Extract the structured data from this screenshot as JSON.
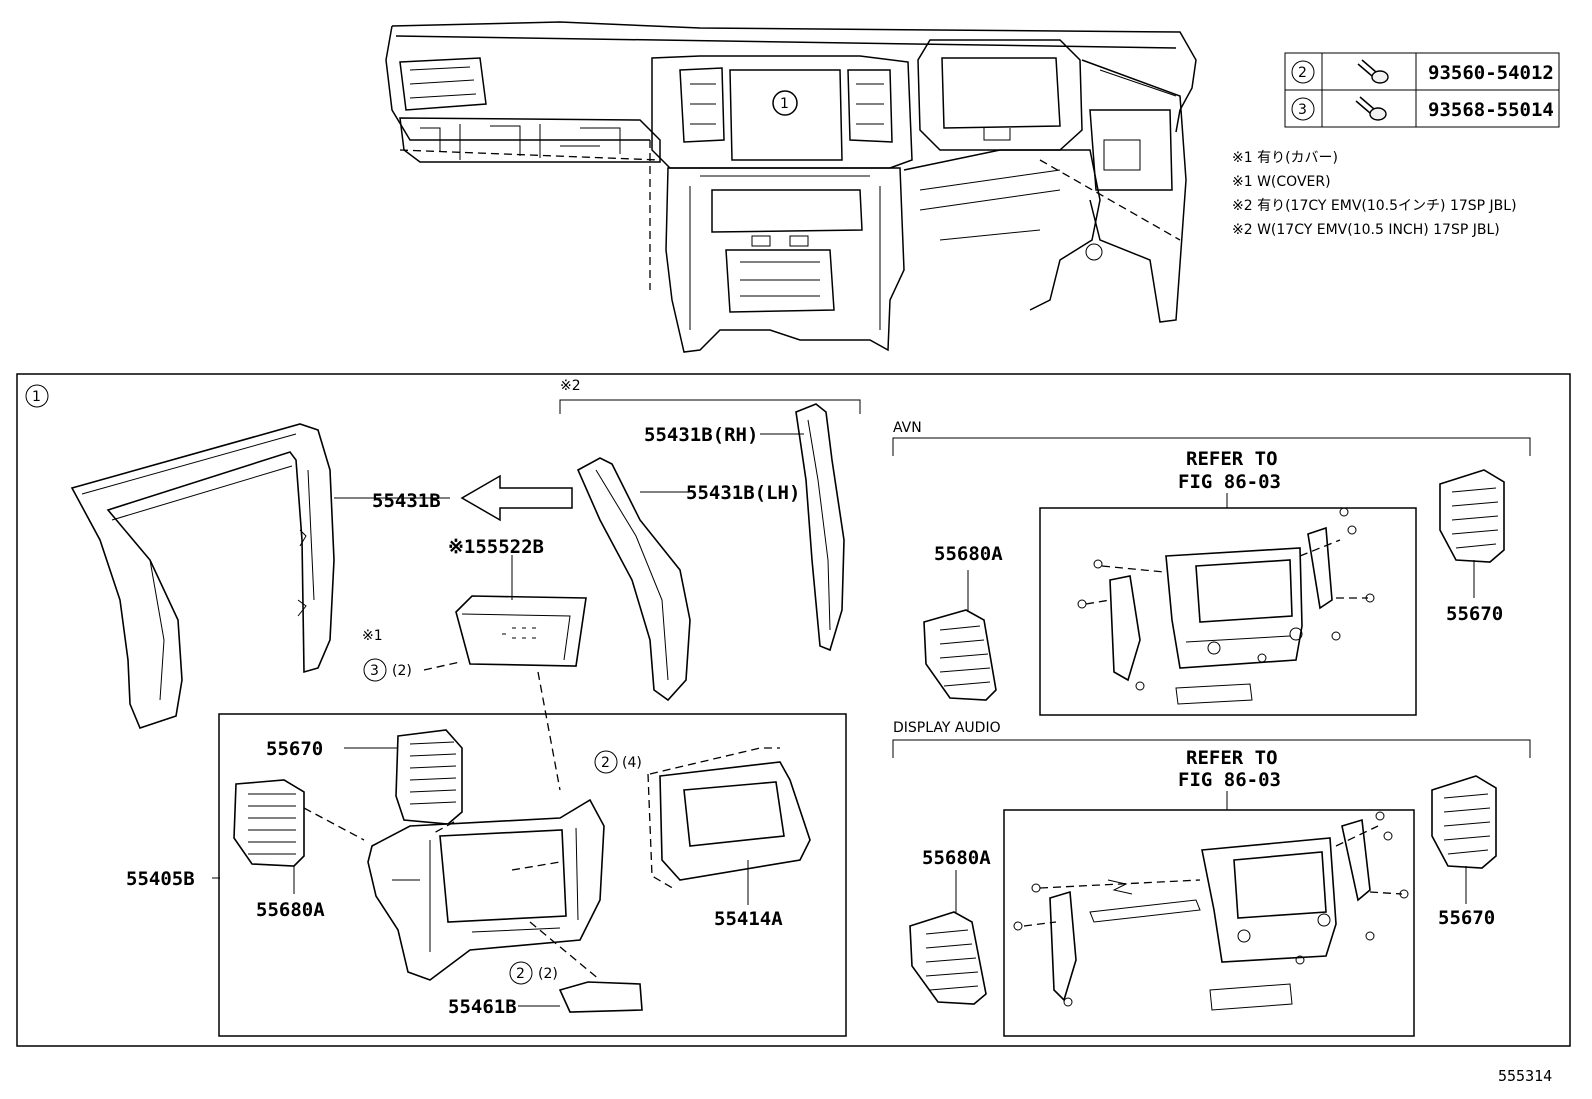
{
  "fastener_table": {
    "rows": [
      {
        "ref": "2",
        "part_no": "93560-54012"
      },
      {
        "ref": "3",
        "part_no": "93568-55014"
      }
    ]
  },
  "notes": [
    "※1 有り(カバー)",
    "※1 W(COVER)",
    "※2 有り(17CY EMV(10.5インチ) 17SP JBL)",
    "※2 W(17CY EMV(10.5 INCH) 17SP JBL)"
  ],
  "overview": {
    "callout": "1"
  },
  "detail": {
    "callout": "1",
    "note2_marker": "※2",
    "labels": {
      "p55431b": "55431B",
      "p55431b_rh": "55431B(RH)",
      "p55431b_lh": "55431B(LH)",
      "p55522b": "※155522B",
      "note1_marker": "※1",
      "fastener3_ref": "3",
      "fastener3_qty": "(2)",
      "p55670": "55670",
      "p55405b": "55405B",
      "p55680a": "55680A",
      "fastener2a_ref": "2",
      "fastener2a_qty": "(4)",
      "p55414a": "55414A",
      "fastener2b_ref": "2",
      "fastener2b_qty": "(2)",
      "p55461b": "55461B"
    }
  },
  "avn": {
    "title": "AVN",
    "refer_line1": "REFER TO",
    "refer_line2": "FIG 86-03",
    "left_part": "55680A",
    "right_part": "55670"
  },
  "display_audio": {
    "title": "DISPLAY AUDIO",
    "refer_line1": "REFER TO",
    "refer_line2": "FIG 86-03",
    "left_part": "55680A",
    "right_part": "55670"
  },
  "figure_number": "555314"
}
